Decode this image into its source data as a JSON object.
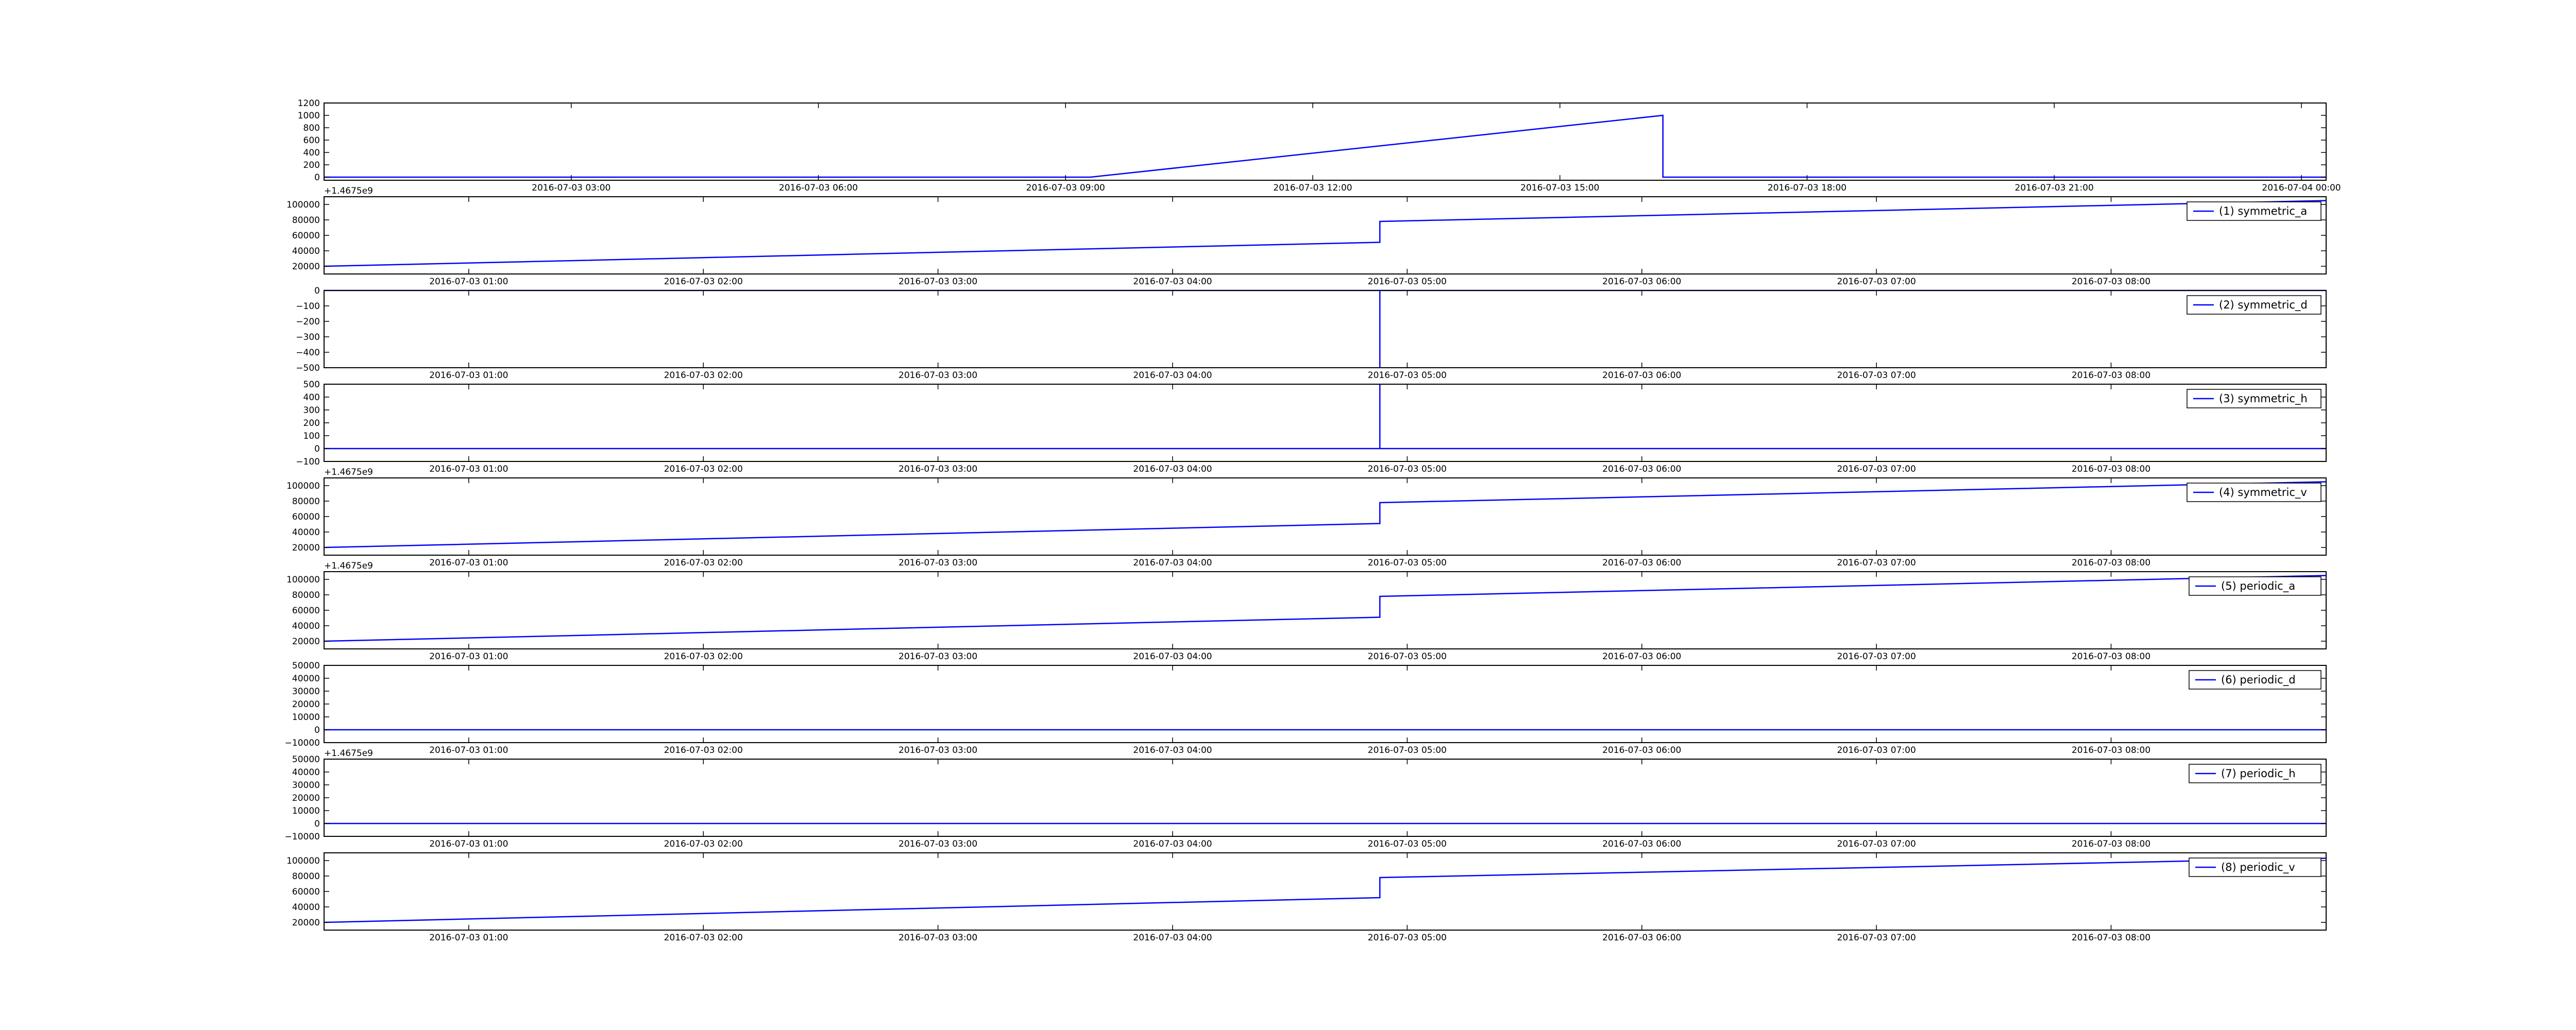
{
  "chart_data": [
    {
      "type": "line",
      "x_axis": "datetime",
      "xlim": [
        "2016-07-03 00:00",
        "2016-07-04 00:18"
      ],
      "ylim": [
        -50,
        1200
      ],
      "y_ticks": [
        0,
        200,
        400,
        600,
        800,
        1000,
        1200
      ],
      "y_tick_labels": [
        "0",
        "200",
        "400",
        "600",
        "800",
        "1000",
        "1200"
      ],
      "x_ticks": [
        "2016-07-03 03:00",
        "2016-07-03 06:00",
        "2016-07-03 09:00",
        "2016-07-03 12:00",
        "2016-07-03 15:00",
        "2016-07-03 18:00",
        "2016-07-03 21:00",
        "2016-07-04 00:00"
      ],
      "y_offset_label": "",
      "legend": null,
      "series": [
        {
          "color": "#0000ff",
          "x": [
            "2016-07-03 00:00",
            "2016-07-03 09:18",
            "2016-07-03 16:15",
            "2016-07-03 16:15",
            "2016-07-04 00:18"
          ],
          "y": [
            0,
            0,
            1000,
            0,
            0
          ]
        }
      ]
    },
    {
      "type": "line",
      "x_axis": "datetime",
      "xlim": [
        "2016-07-03 00:23",
        "2016-07-03 08:55"
      ],
      "ylim": [
        10000,
        110000
      ],
      "y_ticks": [
        20000,
        40000,
        60000,
        80000,
        100000
      ],
      "y_tick_labels": [
        "20000",
        "40000",
        "60000",
        "80000",
        "100000"
      ],
      "x_ticks": [
        "2016-07-03 01:00",
        "2016-07-03 02:00",
        "2016-07-03 03:00",
        "2016-07-03 04:00",
        "2016-07-03 05:00",
        "2016-07-03 06:00",
        "2016-07-03 07:00",
        "2016-07-03 08:00"
      ],
      "y_offset_label": "+1.4675e9",
      "legend": "(1) symmetric_a",
      "series": [
        {
          "name": "(1) symmetric_a",
          "color": "#0000ff",
          "x": [
            "2016-07-03 00:23",
            "2016-07-03 04:53",
            "2016-07-03 04:53",
            "2016-07-03 08:55"
          ],
          "y": [
            20000,
            51000,
            78000,
            105000
          ]
        }
      ]
    },
    {
      "type": "line",
      "x_axis": "datetime",
      "xlim": [
        "2016-07-03 00:23",
        "2016-07-03 08:55"
      ],
      "ylim": [
        -500,
        0
      ],
      "y_ticks": [
        -500,
        -400,
        -300,
        -200,
        -100,
        0
      ],
      "y_tick_labels": [
        "−500",
        "−400",
        "−300",
        "−200",
        "−100",
        "0"
      ],
      "x_ticks": [
        "2016-07-03 01:00",
        "2016-07-03 02:00",
        "2016-07-03 03:00",
        "2016-07-03 04:00",
        "2016-07-03 05:00",
        "2016-07-03 06:00",
        "2016-07-03 07:00",
        "2016-07-03 08:00"
      ],
      "y_offset_label": "",
      "legend": "(2) symmetric_d",
      "series": [
        {
          "name": "(2) symmetric_d",
          "color": "#0000ff",
          "x": [
            "2016-07-03 00:23",
            "2016-07-03 04:53",
            "2016-07-03 04:53",
            "2016-07-03 04:53",
            "2016-07-03 08:55"
          ],
          "y": [
            0,
            0,
            -500,
            0,
            0
          ]
        }
      ]
    },
    {
      "type": "line",
      "x_axis": "datetime",
      "xlim": [
        "2016-07-03 00:23",
        "2016-07-03 08:55"
      ],
      "ylim": [
        -100,
        500
      ],
      "y_ticks": [
        -100,
        0,
        100,
        200,
        300,
        400,
        500
      ],
      "y_tick_labels": [
        "−100",
        "0",
        "100",
        "200",
        "300",
        "400",
        "500"
      ],
      "x_ticks": [
        "2016-07-03 01:00",
        "2016-07-03 02:00",
        "2016-07-03 03:00",
        "2016-07-03 04:00",
        "2016-07-03 05:00",
        "2016-07-03 06:00",
        "2016-07-03 07:00",
        "2016-07-03 08:00"
      ],
      "y_offset_label": "",
      "legend": "(3) symmetric_h",
      "series": [
        {
          "name": "(3) symmetric_h",
          "color": "#0000ff",
          "x": [
            "2016-07-03 00:23",
            "2016-07-03 04:53",
            "2016-07-03 04:53",
            "2016-07-03 04:53",
            "2016-07-03 08:55"
          ],
          "y": [
            0,
            0,
            500,
            0,
            0
          ]
        }
      ]
    },
    {
      "type": "line",
      "x_axis": "datetime",
      "xlim": [
        "2016-07-03 00:23",
        "2016-07-03 08:55"
      ],
      "ylim": [
        10000,
        110000
      ],
      "y_ticks": [
        20000,
        40000,
        60000,
        80000,
        100000
      ],
      "y_tick_labels": [
        "20000",
        "40000",
        "60000",
        "80000",
        "100000"
      ],
      "x_ticks": [
        "2016-07-03 01:00",
        "2016-07-03 02:00",
        "2016-07-03 03:00",
        "2016-07-03 04:00",
        "2016-07-03 05:00",
        "2016-07-03 06:00",
        "2016-07-03 07:00",
        "2016-07-03 08:00"
      ],
      "y_offset_label": "+1.4675e9",
      "legend": "(4) symmetric_v",
      "series": [
        {
          "name": "(4) symmetric_v",
          "color": "#0000ff",
          "x": [
            "2016-07-03 00:23",
            "2016-07-03 04:53",
            "2016-07-03 04:53",
            "2016-07-03 08:55"
          ],
          "y": [
            20000,
            51000,
            78000,
            105000
          ]
        }
      ]
    },
    {
      "type": "line",
      "x_axis": "datetime",
      "xlim": [
        "2016-07-03 00:23",
        "2016-07-03 08:55"
      ],
      "ylim": [
        10000,
        110000
      ],
      "y_ticks": [
        20000,
        40000,
        60000,
        80000,
        100000
      ],
      "y_tick_labels": [
        "20000",
        "40000",
        "60000",
        "80000",
        "100000"
      ],
      "x_ticks": [
        "2016-07-03 01:00",
        "2016-07-03 02:00",
        "2016-07-03 03:00",
        "2016-07-03 04:00",
        "2016-07-03 05:00",
        "2016-07-03 06:00",
        "2016-07-03 07:00",
        "2016-07-03 08:00"
      ],
      "y_offset_label": "+1.4675e9",
      "legend": "(5) periodic_a",
      "series": [
        {
          "name": "(5) periodic_a",
          "color": "#0000ff",
          "x": [
            "2016-07-03 00:23",
            "2016-07-03 04:53",
            "2016-07-03 04:53",
            "2016-07-03 08:55"
          ],
          "y": [
            20000,
            51000,
            78000,
            105000
          ]
        }
      ]
    },
    {
      "type": "line",
      "x_axis": "datetime",
      "xlim": [
        "2016-07-03 00:23",
        "2016-07-03 08:55"
      ],
      "ylim": [
        -10000,
        50000
      ],
      "y_ticks": [
        -10000,
        0,
        10000,
        20000,
        30000,
        40000,
        50000
      ],
      "y_tick_labels": [
        "−10000",
        "0",
        "10000",
        "20000",
        "30000",
        "40000",
        "50000"
      ],
      "x_ticks": [
        "2016-07-03 01:00",
        "2016-07-03 02:00",
        "2016-07-03 03:00",
        "2016-07-03 04:00",
        "2016-07-03 05:00",
        "2016-07-03 06:00",
        "2016-07-03 07:00",
        "2016-07-03 08:00"
      ],
      "y_offset_label": "",
      "legend": "(6) periodic_d",
      "series": [
        {
          "name": "(6) periodic_d",
          "color": "#0000ff",
          "x": [
            "2016-07-03 00:23",
            "2016-07-03 08:55"
          ],
          "y": [
            0,
            0
          ]
        }
      ]
    },
    {
      "type": "line",
      "x_axis": "datetime",
      "xlim": [
        "2016-07-03 00:23",
        "2016-07-03 08:55"
      ],
      "ylim": [
        -10000,
        50000
      ],
      "y_ticks": [
        -10000,
        0,
        10000,
        20000,
        30000,
        40000,
        50000
      ],
      "y_tick_labels": [
        "−10000",
        "0",
        "10000",
        "20000",
        "30000",
        "40000",
        "50000"
      ],
      "x_ticks": [
        "2016-07-03 01:00",
        "2016-07-03 02:00",
        "2016-07-03 03:00",
        "2016-07-03 04:00",
        "2016-07-03 05:00",
        "2016-07-03 06:00",
        "2016-07-03 07:00",
        "2016-07-03 08:00"
      ],
      "y_offset_label": "+1.4675e9",
      "legend": "(7) periodic_h",
      "series": [
        {
          "name": "(7) periodic_h",
          "color": "#0000ff",
          "x": [
            "2016-07-03 00:23",
            "2016-07-03 08:55"
          ],
          "y": [
            0,
            0
          ]
        }
      ]
    },
    {
      "type": "line",
      "x_axis": "datetime",
      "xlim": [
        "2016-07-03 00:23",
        "2016-07-03 08:55"
      ],
      "ylim": [
        10000,
        110000
      ],
      "y_ticks": [
        20000,
        40000,
        60000,
        80000,
        100000
      ],
      "y_tick_labels": [
        "20000",
        "40000",
        "60000",
        "80000",
        "100000"
      ],
      "x_ticks": [
        "2016-07-03 01:00",
        "2016-07-03 02:00",
        "2016-07-03 03:00",
        "2016-07-03 04:00",
        "2016-07-03 05:00",
        "2016-07-03 06:00",
        "2016-07-03 07:00",
        "2016-07-03 08:00"
      ],
      "y_offset_label": "",
      "legend": "(8) periodic_v",
      "series": [
        {
          "name": "(8) periodic_v",
          "color": "#0000ff",
          "x": [
            "2016-07-03 00:23",
            "2016-07-03 04:53",
            "2016-07-03 04:53",
            "2016-07-03 08:55"
          ],
          "y": [
            20000,
            52000,
            78000,
            103000
          ]
        }
      ]
    }
  ]
}
